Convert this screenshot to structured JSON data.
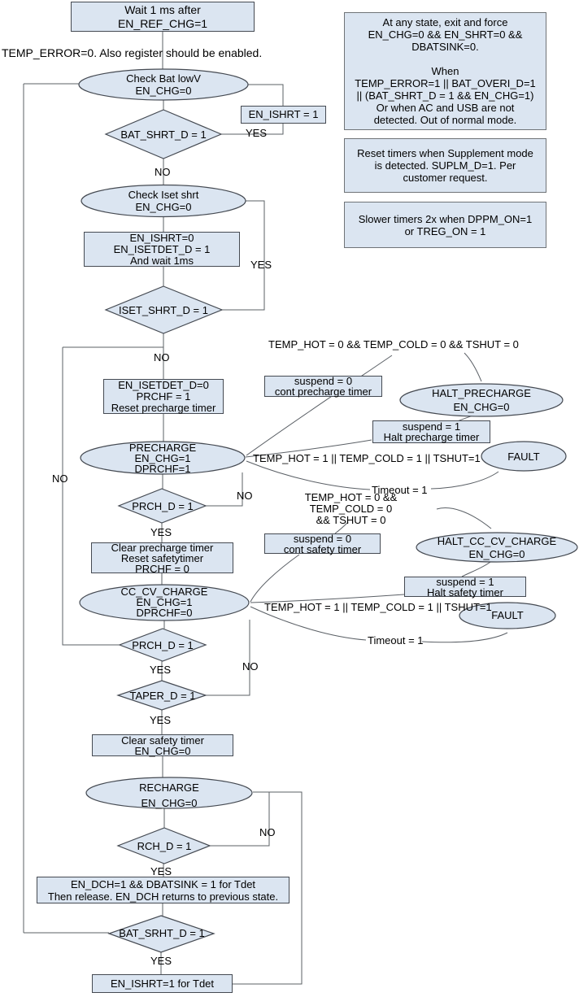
{
  "colors": {
    "shape_fill": "#dbe5f1",
    "shape_border": "#454a52",
    "connector": "#5b6066",
    "text": "#000000"
  },
  "nodes": {
    "wait": {
      "label": "Wait 1 ms after\nEN_REF_CHG=1"
    },
    "check_bat": {
      "label": "Check Bat lowV\nEN_CHG=0"
    },
    "bat_shrt": {
      "label": "BAT_SHRT_D = 1"
    },
    "en_ishrt": {
      "label": "EN_ISHRT = 1"
    },
    "check_iset": {
      "label": "Check Iset shrt\nEN_CHG=0"
    },
    "en_ishrt0": {
      "label": "EN_ISHRT=0\nEN_ISETDET_D = 1\nAnd wait 1ms"
    },
    "iset_shrt": {
      "label": "ISET_SHRT_D = 1"
    },
    "en_isetdet0": {
      "label": "EN_ISETDET_D=0\nPRCHF = 1\nReset precharge timer"
    },
    "precharge": {
      "label": "PRECHARGE\nEN_CHG=1\nDPRCHF=1"
    },
    "prch_d1": {
      "label": "PRCH_D = 1"
    },
    "clear_precharge": {
      "label": "Clear precharge timer\nReset safetytimer\nPRCHF = 0"
    },
    "cc_cv": {
      "label": "CC_CV_CHARGE\nEN_CHG=1\nDPRCHF=0"
    },
    "prch_d2": {
      "label": "PRCH_D = 1"
    },
    "taper_d": {
      "label": "TAPER_D = 1"
    },
    "clear_safety": {
      "label": "Clear safety timer\nEN_CHG=0"
    },
    "recharge": {
      "label": "RECHARGE\nEN_CHG=0"
    },
    "rch_d": {
      "label": "RCH_D = 1"
    },
    "en_dch": {
      "label": "EN_DCH=1 && DBATSINK = 1 for Tdet\nThen release. EN_DCH returns to previous state."
    },
    "bat_srht": {
      "label": "BAT_SRHT_D = 1"
    },
    "en_ishrt_tdet": {
      "label": "EN_ISHRT=1 for Tdet"
    },
    "halt_precharge": {
      "label": "HALT_PRECHARGE\nEN_CHG=0"
    },
    "suspend0_pre": {
      "label": "suspend = 0\ncont precharge timer"
    },
    "suspend1_pre": {
      "label": "suspend = 1\nHalt precharge timer"
    },
    "fault_pre": {
      "label": "FAULT"
    },
    "halt_cccv": {
      "label": "HALT_CC_CV_CHARGE\nEN_CHG=0"
    },
    "suspend0_cc": {
      "label": "suspend = 0\ncont safety timer"
    },
    "suspend1_cc": {
      "label": "suspend = 1\nHalt safety timer"
    },
    "fault_cc": {
      "label": "FAULT"
    }
  },
  "notes": {
    "any_state": "At any state, exit and force\nEN_CHG=0 && EN_SHRT=0 &&\nDBATSINK=0.\n\nWhen\nTEMP_ERROR=1 || BAT_OVERI_D=1\n|| (BAT_SHRT_D = 1 && EN_CHG=1)\nOr when AC and USB are not\ndetected. Out of normal mode.",
    "reset_timers": "Reset timers when Supplement mode\nis detected. SUPLM_D=1. Per\ncustomer request.",
    "slower_timers": "Slower timers 2x when DPPM_ON=1\nor TREG_ON = 1"
  },
  "annotations": {
    "temp_error": "TEMP_ERROR=0. Also register should be enabled."
  },
  "branch": {
    "yes": "YES",
    "no": "NO"
  },
  "conditions": {
    "pre_ok": "TEMP_HOT = 0 && TEMP_COLD = 0 && TSHUT = 0",
    "pre_fault": "TEMP_HOT = 1 || TEMP_COLD = 1 || TSHUT=1",
    "pre_timeout": "Timeout = 1",
    "cc_ok": "TEMP_HOT = 0 && TEMP_COLD = 0\n&& TSHUT = 0",
    "cc_fault": "TEMP_HOT = 1 || TEMP_COLD = 1 || TSHUT=1",
    "cc_timeout": "Timeout = 1"
  }
}
